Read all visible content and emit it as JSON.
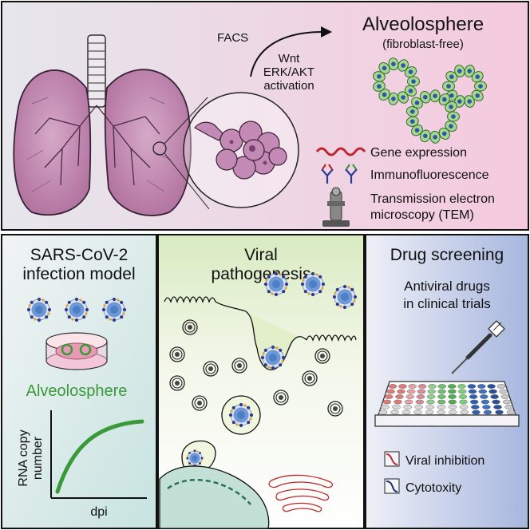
{
  "top": {
    "facs": "FACS",
    "activation": [
      "Wnt",
      "ERK/AKT",
      "activation"
    ],
    "alveolosphere_title": "Alveolosphere",
    "alveolosphere_subtitle": "(fibroblast-free)",
    "legend": {
      "gene_expression": "Gene expression",
      "immunofluorescence": "Immunofluorescence",
      "tem": [
        "Transmission electron",
        "microscopy (TEM)"
      ]
    }
  },
  "panels": {
    "infection": {
      "title": [
        "SARS-CoV-2",
        "infection model"
      ],
      "alveolosphere_label": "Alveolosphere",
      "y_axis_label": [
        "RNA copy",
        "number"
      ],
      "x_axis_label": "dpi"
    },
    "pathogenesis": {
      "title": [
        "Viral",
        "pathogenesis"
      ]
    },
    "drug": {
      "title": "Drug screening",
      "subtitle": [
        "Antiviral drugs",
        "in clinical trials"
      ],
      "legend": {
        "viral_inhibition": "Viral inhibition",
        "cytotoxicity": "Cytotoxity"
      }
    }
  },
  "colors": {
    "green": "#3a9a3a",
    "lung": "#b46d9e",
    "virus_blue": "#4d7fc4",
    "inhibition_red": "#c0272d",
    "cytotoxicity_navy": "#1c2a7a"
  }
}
